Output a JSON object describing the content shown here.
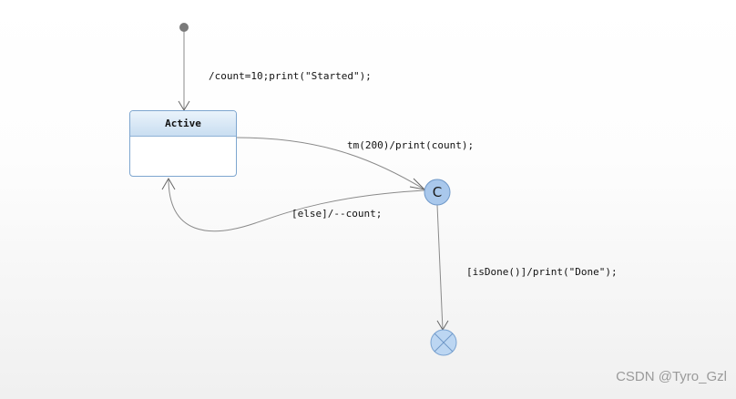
{
  "diagram": {
    "states": [
      {
        "name": "Active"
      }
    ],
    "pseudostates": [
      {
        "kind": "initial"
      },
      {
        "kind": "choice",
        "label": "C"
      },
      {
        "kind": "exit"
      }
    ],
    "transitions": [
      {
        "from": "initial",
        "to": "Active",
        "label": "/count=10;print(\"Started\");"
      },
      {
        "from": "Active",
        "to": "choice",
        "label": "tm(200)/print(count);"
      },
      {
        "from": "choice",
        "to": "Active",
        "label": "[else]/--count;"
      },
      {
        "from": "choice",
        "to": "exit",
        "label": "[isDone()]/print(\"Done\");"
      }
    ]
  },
  "watermark": "CSDN @Tyro_Gzl"
}
